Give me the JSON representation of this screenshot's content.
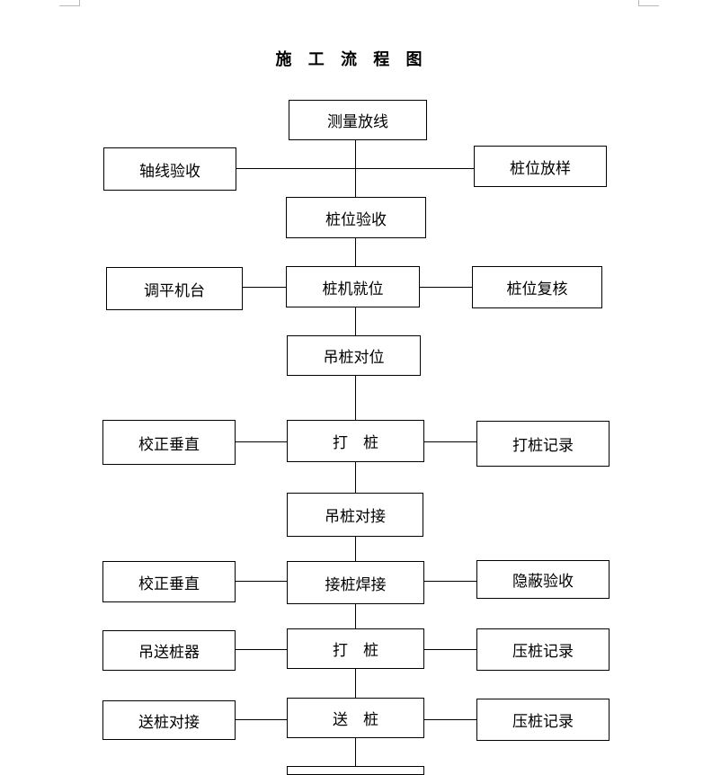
{
  "title": "施 工 流 程 图",
  "nodes": {
    "n1": "测量放线",
    "n2": "轴线验收",
    "n3": "桩位放样",
    "n4": "桩位验收",
    "n5": "调平机台",
    "n6": "桩机就位",
    "n7": "桩位复核",
    "n8": "吊桩对位",
    "n9": "校正垂直",
    "n10": "打　桩",
    "n11": "打桩记录",
    "n12": "吊桩对接",
    "n13": "校正垂直",
    "n14": "接桩焊接",
    "n15": "隐蔽验收",
    "n16": "吊送桩器",
    "n17": "打　桩",
    "n18": "压桩记录",
    "n19": "送桩对接",
    "n20": "送　桩",
    "n21": "压桩记录",
    "n22": ""
  },
  "colors": {
    "stroke": "#000000",
    "background": "#ffffff"
  }
}
